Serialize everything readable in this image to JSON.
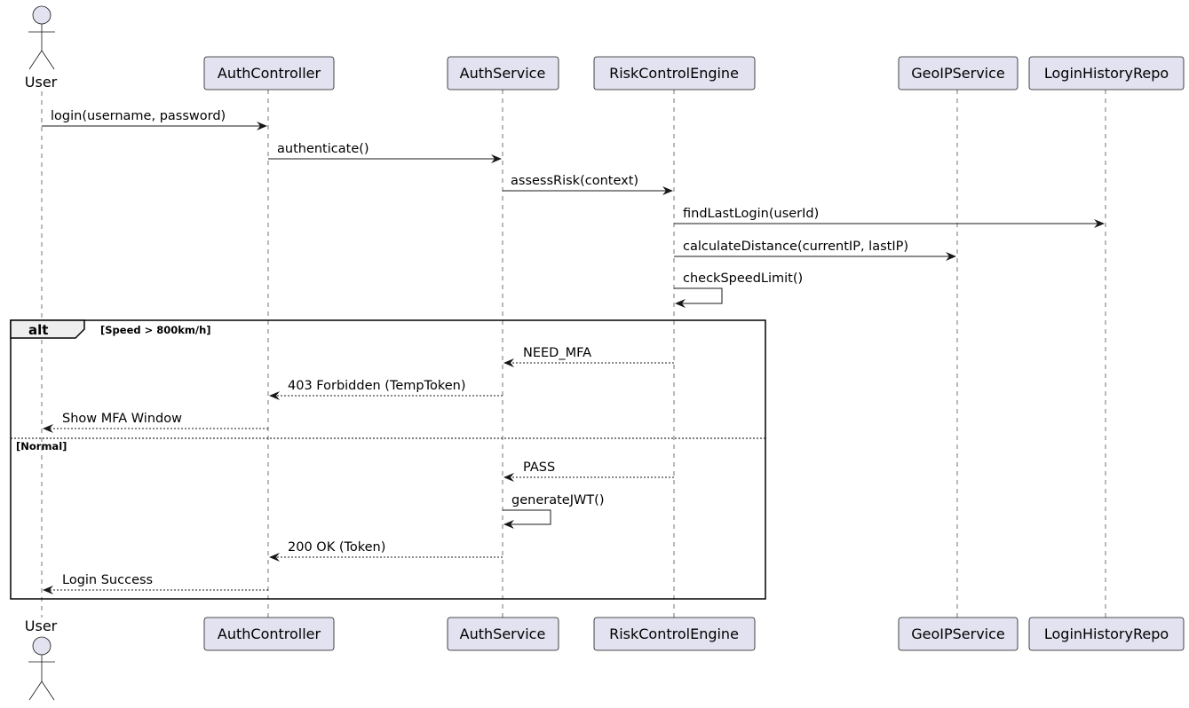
{
  "participants": {
    "user": "User",
    "auth_controller": "AuthController",
    "auth_service": "AuthService",
    "risk_engine": "RiskControlEngine",
    "geoip_service": "GeoIPService",
    "login_history_repo": "LoginHistoryRepo"
  },
  "messages": {
    "login": "login(username, password)",
    "authenticate": "authenticate()",
    "assess_risk": "assessRisk(context)",
    "find_last_login": "findLastLogin(userId)",
    "calculate_distance": "calculateDistance(currentIP, lastIP)",
    "check_speed_limit": "checkSpeedLimit()",
    "need_mfa": "NEED_MFA",
    "forbidden": "403 Forbidden (TempToken)",
    "show_mfa": "Show MFA Window",
    "pass": "PASS",
    "generate_jwt": "generateJWT()",
    "ok_token": "200 OK (Token)",
    "login_success": "Login Success"
  },
  "alt_frame": {
    "keyword": "alt",
    "guard_speed": "[Speed > 800km/h]",
    "guard_normal": "[Normal]"
  },
  "colors": {
    "participant_fill": "#e2e2f0",
    "line": "#181818",
    "frame_tab_fill": "#eeeeee"
  }
}
